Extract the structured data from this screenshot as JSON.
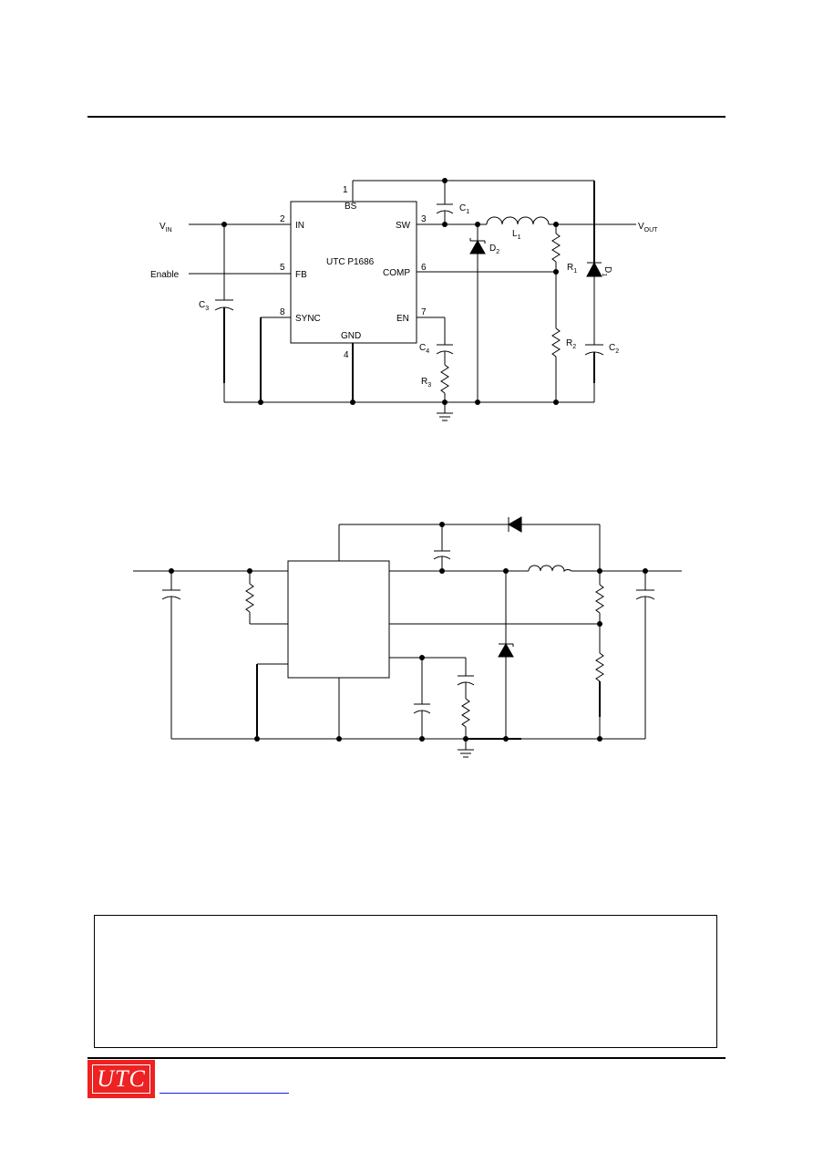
{
  "circuit1": {
    "chip_name": "UTC P1686",
    "pins": {
      "bs": "BS",
      "in": "IN",
      "fb": "FB",
      "sync": "SYNC",
      "gnd": "GND",
      "sw": "SW",
      "comp": "COMP",
      "en": "EN"
    },
    "pin_numbers": {
      "bs": "1",
      "in": "2",
      "sw": "3",
      "gnd": "4",
      "fb": "5",
      "comp": "6",
      "en": "7",
      "sync": "8"
    },
    "inputs": {
      "vin": "V",
      "vin_sub": "IN",
      "enable": "Enable"
    },
    "output": {
      "vout": "V",
      "vout_sub": "OUT"
    },
    "components": {
      "c1": "C",
      "c1_sub": "1",
      "c2": "C",
      "c2_sub": "2",
      "c3": "C",
      "c3_sub": "3",
      "c4": "C",
      "c4_sub": "4",
      "l1": "L",
      "l1_sub": "1",
      "r1": "R",
      "r1_sub": "1",
      "r2": "R",
      "r2_sub": "2",
      "r3": "R",
      "r3_sub": "3",
      "d1": "D",
      "d1_sub": "1",
      "d2": "D",
      "d2_sub": "2"
    }
  },
  "colors": {
    "logo_bg": "#ee2222",
    "link": "#1a1aee"
  },
  "footer": {
    "logo_text": "UTC"
  }
}
